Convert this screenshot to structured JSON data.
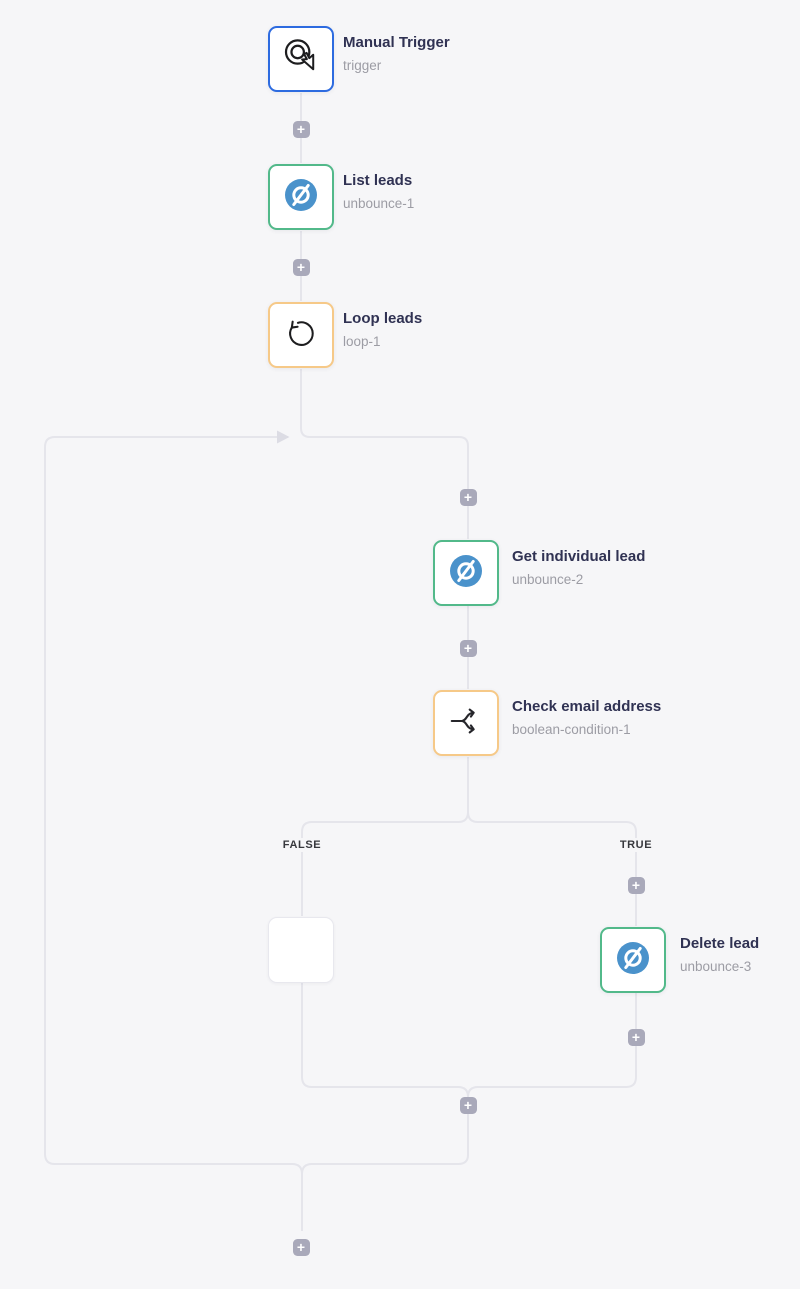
{
  "glyphs": {
    "plus": "+"
  },
  "branches": {
    "false_label": "FALSE",
    "true_label": "TRUE"
  },
  "nodes": [
    {
      "id": "trigger",
      "title": "Manual Trigger",
      "subtitle": "trigger",
      "icon": "manual-trigger-icon",
      "accent": "#2d6be0"
    },
    {
      "id": "unbounce-1",
      "title": "List leads",
      "subtitle": "unbounce-1",
      "icon": "unbounce-icon",
      "accent": "#52b98a"
    },
    {
      "id": "loop-1",
      "title": "Loop leads",
      "subtitle": "loop-1",
      "icon": "loop-icon",
      "accent": "#f6c988"
    },
    {
      "id": "unbounce-2",
      "title": "Get individual lead",
      "subtitle": "unbounce-2",
      "icon": "unbounce-icon",
      "accent": "#52b98a"
    },
    {
      "id": "boolean-condition-1",
      "title": "Check email address",
      "subtitle": "boolean-condition-1",
      "icon": "boolean-condition-icon",
      "accent": "#f6c988"
    },
    {
      "id": "unbounce-3",
      "title": "Delete lead",
      "subtitle": "unbounce-3",
      "icon": "unbounce-icon",
      "accent": "#52b98a"
    },
    {
      "id": "empty-placeholder",
      "title": "",
      "subtitle": "",
      "icon": "none",
      "accent": "#e8e8ee"
    }
  ],
  "colors": {
    "background": "#f6f6f8",
    "connector_line": "#e5e5eb",
    "plus_button": "#a9a9ba",
    "title_text": "#303253",
    "subtitle_text": "#9c9ca4",
    "unbounce_brand": "#4a92cb"
  }
}
